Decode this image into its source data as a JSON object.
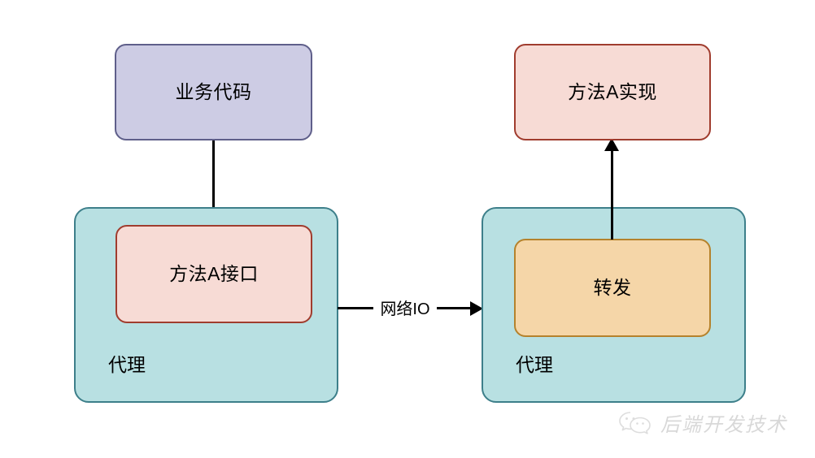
{
  "diagram": {
    "background_color": "#ffffff",
    "nodes": [
      {
        "id": "business-code",
        "label": "业务代码",
        "fill": "#cdcce4",
        "stroke": "#5f5f8a"
      },
      {
        "id": "method-a-interface",
        "label": "方法A接口",
        "fill": "#f7dbd5",
        "stroke": "#a03c2e"
      },
      {
        "id": "proxy-left",
        "label": "代理",
        "fill": "#b8e0e2",
        "stroke": "#3d7f8a"
      },
      {
        "id": "method-a-impl",
        "label": "方法A实现",
        "fill": "#f7dbd5",
        "stroke": "#a03c2e"
      },
      {
        "id": "forward",
        "label": "转发",
        "fill": "#f5d6a8",
        "stroke": "#b5822c"
      },
      {
        "id": "proxy-right",
        "label": "代理",
        "fill": "#b8e0e2",
        "stroke": "#3d7f8a"
      }
    ],
    "edges": [
      {
        "id": "business-to-proxy",
        "label": "",
        "from": "business-code",
        "to": "proxy-left",
        "arrow": false
      },
      {
        "id": "interface-to-forward",
        "label": "网络IO",
        "from": "proxy-left",
        "to": "proxy-right",
        "arrow": true
      },
      {
        "id": "forward-to-impl",
        "label": "",
        "from": "forward",
        "to": "method-a-impl",
        "arrow": true
      }
    ]
  },
  "watermark": {
    "icon": "wechat-icon",
    "text": "后端开发技术",
    "color": "#b9b9b9"
  }
}
